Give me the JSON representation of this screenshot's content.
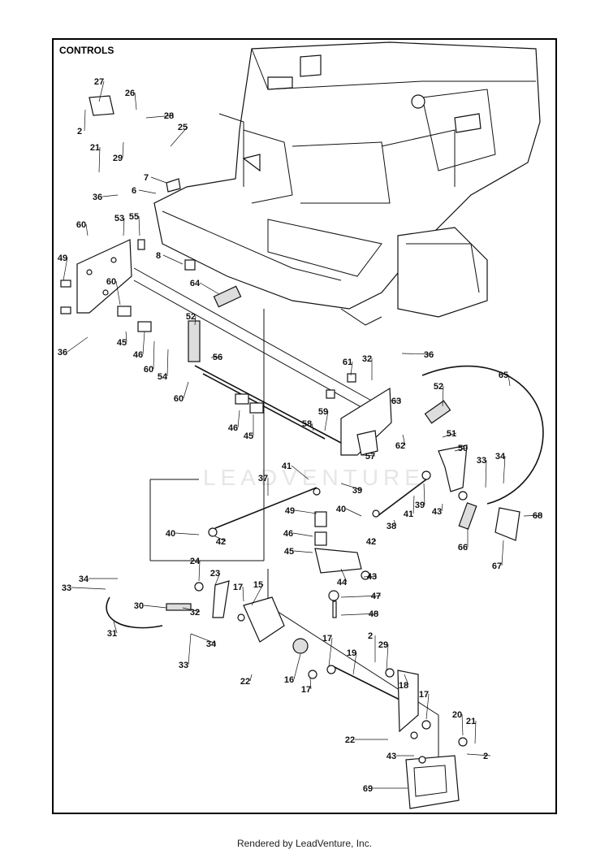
{
  "title": "CONTROLS",
  "footer": "Rendered by LeadVenture, Inc.",
  "watermark": "LEADVENTURE",
  "callouts": [
    {
      "label": "27"
    },
    {
      "label": "26"
    },
    {
      "label": "28"
    },
    {
      "label": "2"
    },
    {
      "label": "29"
    },
    {
      "label": "25"
    },
    {
      "label": "21"
    },
    {
      "label": "7"
    },
    {
      "label": "6"
    },
    {
      "label": "36"
    },
    {
      "label": "60"
    },
    {
      "label": "53"
    },
    {
      "label": "55"
    },
    {
      "label": "8"
    },
    {
      "label": "49"
    },
    {
      "label": "60"
    },
    {
      "label": "64"
    },
    {
      "label": "52"
    },
    {
      "label": "45"
    },
    {
      "label": "46"
    },
    {
      "label": "60"
    },
    {
      "label": "54"
    },
    {
      "label": "36"
    },
    {
      "label": "56"
    },
    {
      "label": "60"
    },
    {
      "label": "36"
    },
    {
      "label": "61"
    },
    {
      "label": "32"
    },
    {
      "label": "65"
    },
    {
      "label": "52"
    },
    {
      "label": "63"
    },
    {
      "label": "58"
    },
    {
      "label": "59"
    },
    {
      "label": "46"
    },
    {
      "label": "45"
    },
    {
      "label": "62"
    },
    {
      "label": "51"
    },
    {
      "label": "50"
    },
    {
      "label": "57"
    },
    {
      "label": "41"
    },
    {
      "label": "33"
    },
    {
      "label": "34"
    },
    {
      "label": "37"
    },
    {
      "label": "39"
    },
    {
      "label": "49"
    },
    {
      "label": "40"
    },
    {
      "label": "39"
    },
    {
      "label": "41"
    },
    {
      "label": "43"
    },
    {
      "label": "68"
    },
    {
      "label": "38"
    },
    {
      "label": "46"
    },
    {
      "label": "42"
    },
    {
      "label": "40"
    },
    {
      "label": "42"
    },
    {
      "label": "66"
    },
    {
      "label": "45"
    },
    {
      "label": "67"
    },
    {
      "label": "24"
    },
    {
      "label": "44"
    },
    {
      "label": "43"
    },
    {
      "label": "34"
    },
    {
      "label": "23"
    },
    {
      "label": "17"
    },
    {
      "label": "15"
    },
    {
      "label": "33"
    },
    {
      "label": "47"
    },
    {
      "label": "30"
    },
    {
      "label": "32"
    },
    {
      "label": "48"
    },
    {
      "label": "31"
    },
    {
      "label": "34"
    },
    {
      "label": "2"
    },
    {
      "label": "33"
    },
    {
      "label": "17"
    },
    {
      "label": "29"
    },
    {
      "label": "19"
    },
    {
      "label": "22"
    },
    {
      "label": "16"
    },
    {
      "label": "17"
    },
    {
      "label": "18"
    },
    {
      "label": "17"
    },
    {
      "label": "20"
    },
    {
      "label": "21"
    },
    {
      "label": "22"
    },
    {
      "label": "43"
    },
    {
      "label": "2"
    },
    {
      "label": "69"
    }
  ]
}
